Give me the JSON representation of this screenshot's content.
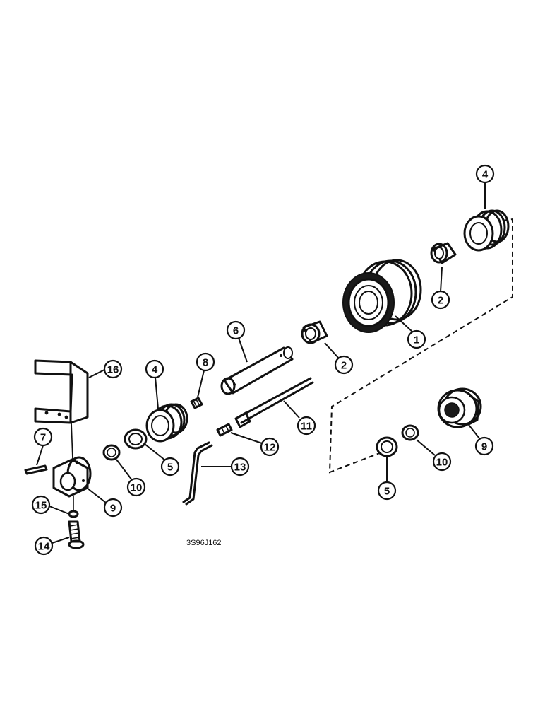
{
  "figure_id": "3S96J162",
  "callouts": [
    {
      "label": "1"
    },
    {
      "label": "2"
    },
    {
      "label": "2"
    },
    {
      "label": "4"
    },
    {
      "label": "4"
    },
    {
      "label": "5"
    },
    {
      "label": "5"
    },
    {
      "label": "6"
    },
    {
      "label": "7"
    },
    {
      "label": "8"
    },
    {
      "label": "9"
    },
    {
      "label": "9"
    },
    {
      "label": "10"
    },
    {
      "label": "10"
    },
    {
      "label": "11"
    },
    {
      "label": "12"
    },
    {
      "label": "13"
    },
    {
      "label": "14"
    },
    {
      "label": "15"
    },
    {
      "label": "16"
    }
  ]
}
